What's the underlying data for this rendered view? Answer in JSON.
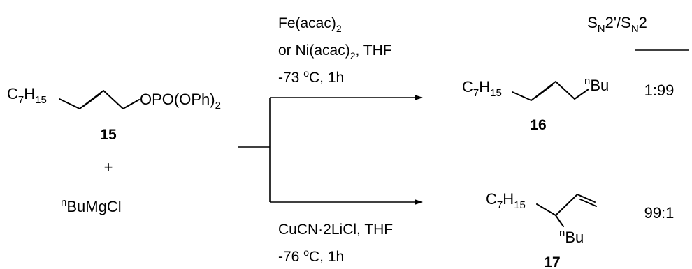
{
  "starting_material": {
    "alkyl": "C7H15",
    "leaving_group": "OPO(OPh)2",
    "compound_number": "15"
  },
  "plus_sign": "+",
  "grignard": "nBuMgCl",
  "top_conditions": {
    "line1": "Fe(acac)2",
    "line2": "or Ni(acac)2, THF",
    "line3": "-73 oC, 1h"
  },
  "bottom_conditions": {
    "line1": "CuCN·2LiCl, THF",
    "line2": "-76 oC, 1h"
  },
  "selectivity_header": "SN2'/SN2",
  "products": [
    {
      "alkyl": "C7H15",
      "substituent": "nBu",
      "compound_number": "16",
      "ratio": "1:99"
    },
    {
      "alkyl": "C7H15",
      "substituent": "nBu",
      "compound_number": "17",
      "ratio": "99:1"
    }
  ]
}
